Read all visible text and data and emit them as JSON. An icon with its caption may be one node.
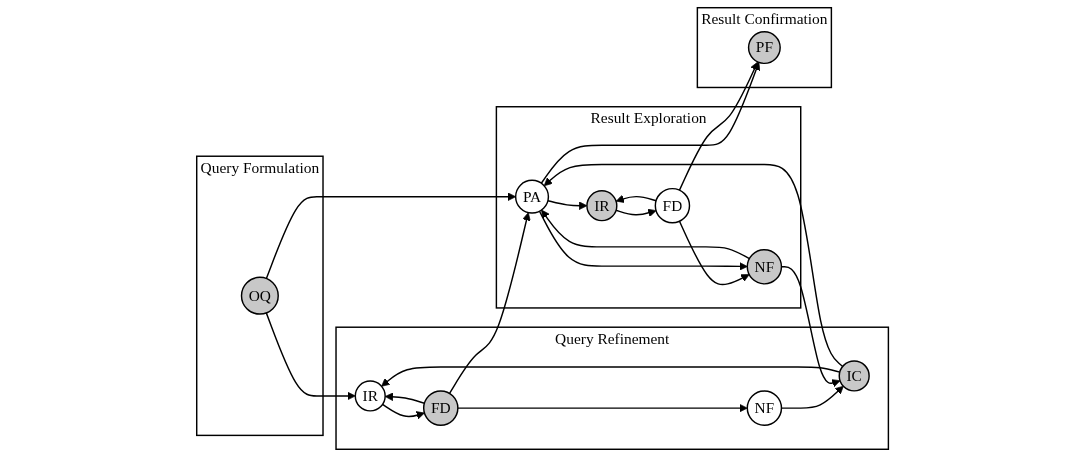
{
  "diagram": {
    "nodes": [
      {
        "text": [
          "Query Formulation"
        ]
      },
      {
        "text": [
          "OQ"
        ],
        "in": 0
      },
      {
        "text": [
          "Query Refinement"
        ]
      },
      {
        "text": [
          "IR"
        ],
        "in": 2
      },
      {
        "text": [
          "FD"
        ],
        "in": 2
      },
      {
        "text": [
          "NF"
        ],
        "in": 2
      },
      {
        "text": [
          "IC"
        ],
        "in": 2
      },
      {
        "text": [
          "Result Exploration"
        ]
      },
      {
        "text": [
          "PA"
        ],
        "in": 7
      },
      {
        "text": [
          "IR"
        ],
        "in": 7
      },
      {
        "text": [
          "FD"
        ],
        "in": 7
      },
      {
        "text": [
          "NF"
        ],
        "in": 7
      },
      {
        "text": [
          "Result Confirmation"
        ]
      },
      {
        "text": [
          "PF"
        ],
        "in": 12
      }
    ],
    "edges": [
      {
        "from": 1,
        "to": 3,
        "arrow": "to"
      },
      {
        "from": 1,
        "to": 8,
        "arrow": "to"
      },
      {
        "from": 3,
        "to": 4,
        "arrow": "to"
      },
      {
        "from": 4,
        "to": 3,
        "arrow": "to"
      },
      {
        "from": 4,
        "to": 8,
        "arrow": "to"
      },
      {
        "from": 4,
        "to": 5,
        "arrow": "to"
      },
      {
        "from": 5,
        "to": 6,
        "arrow": "to"
      },
      {
        "from": 6,
        "to": 3,
        "arrow": "to"
      },
      {
        "from": 6,
        "to": 8,
        "arrow": "to"
      },
      {
        "from": 8,
        "to": 9,
        "arrow": "to"
      },
      {
        "from": 9,
        "to": 10,
        "arrow": "to"
      },
      {
        "from": 10,
        "to": 9,
        "arrow": "to"
      },
      {
        "from": 10,
        "to": 11,
        "arrow": "to"
      },
      {
        "from": 8,
        "to": 11,
        "arrow": "to"
      },
      {
        "from": 11,
        "to": 8,
        "arrow": "to"
      },
      {
        "from": 11,
        "to": 6,
        "arrow": "to"
      },
      {
        "from": 8,
        "to": 13,
        "arrow": "to"
      },
      {
        "from": 10,
        "to": 13,
        "arrow": "to"
      }
    ]
  }
}
